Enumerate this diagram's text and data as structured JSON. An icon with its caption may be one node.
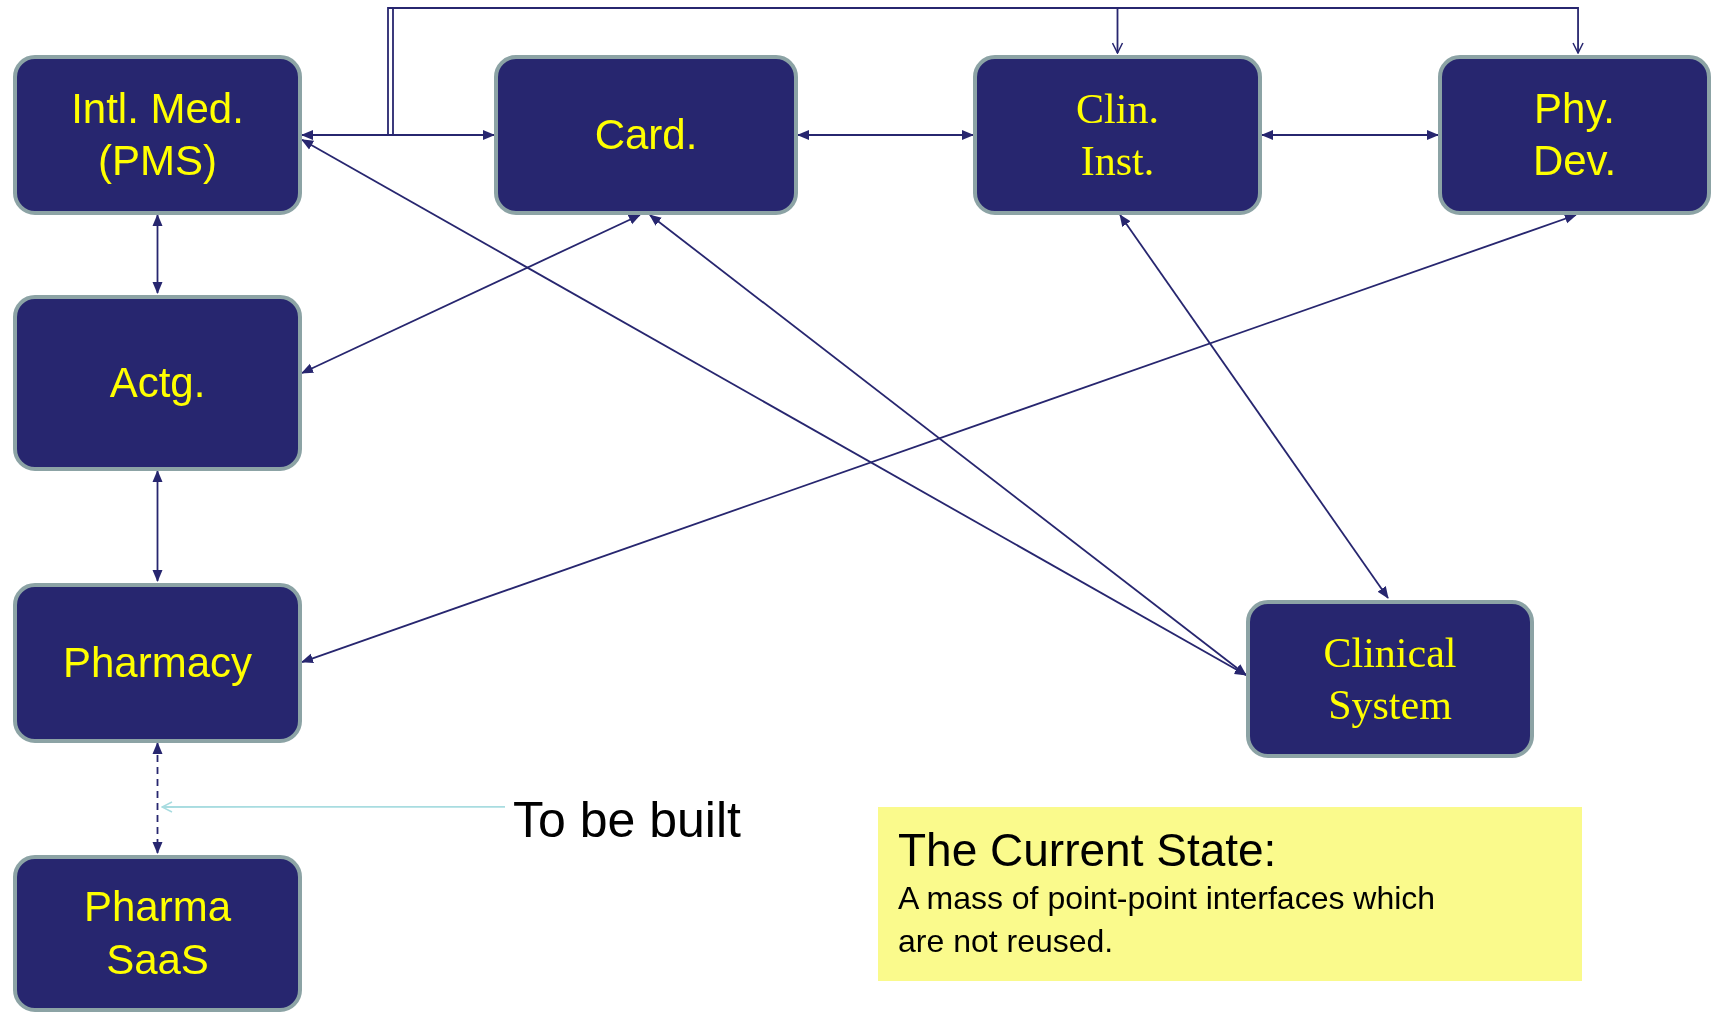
{
  "diagram": {
    "nodes": [
      {
        "text": [
          "Intl. Med. (PMS)"
        ]
      },
      {
        "text": [
          "Card."
        ]
      },
      {
        "text": [
          "Clin. Inst."
        ]
      },
      {
        "text": [
          "Phy. Dev."
        ]
      },
      {
        "text": [
          "Actg."
        ]
      },
      {
        "text": [
          "Pharmacy"
        ]
      },
      {
        "text": [
          "Pharma SaaS"
        ]
      },
      {
        "text": [
          "Clinical System"
        ]
      },
      {
        "text": [
          "To be built"
        ]
      },
      {
        "text": [
          "The Current State:",
          "A mass of point-point interfaces which are not reused."
        ]
      }
    ],
    "edges": [
      {
        "from": 0,
        "to": 1,
        "arrow": "both"
      },
      {
        "from": 1,
        "to": 2,
        "arrow": "both"
      },
      {
        "from": 2,
        "to": 3,
        "arrow": "both"
      },
      {
        "from": 0,
        "to": 2,
        "arrow": "to"
      },
      {
        "from": 0,
        "to": 3,
        "arrow": "to"
      },
      {
        "from": 0,
        "to": 4,
        "arrow": "both"
      },
      {
        "from": 4,
        "to": 5,
        "arrow": "both"
      },
      {
        "from": 5,
        "to": 6,
        "arrow": "both",
        "style": "dashed"
      },
      {
        "from": 4,
        "to": 1,
        "arrow": "both"
      },
      {
        "from": 0,
        "to": 7,
        "arrow": "both"
      },
      {
        "from": 1,
        "to": 7,
        "arrow": "both"
      },
      {
        "from": 2,
        "to": 7,
        "arrow": "both"
      },
      {
        "from": 5,
        "to": 3,
        "arrow": "both"
      },
      {
        "from": 8,
        "to": null,
        "arrow": "to",
        "color": "#a8dce0"
      }
    ]
  }
}
